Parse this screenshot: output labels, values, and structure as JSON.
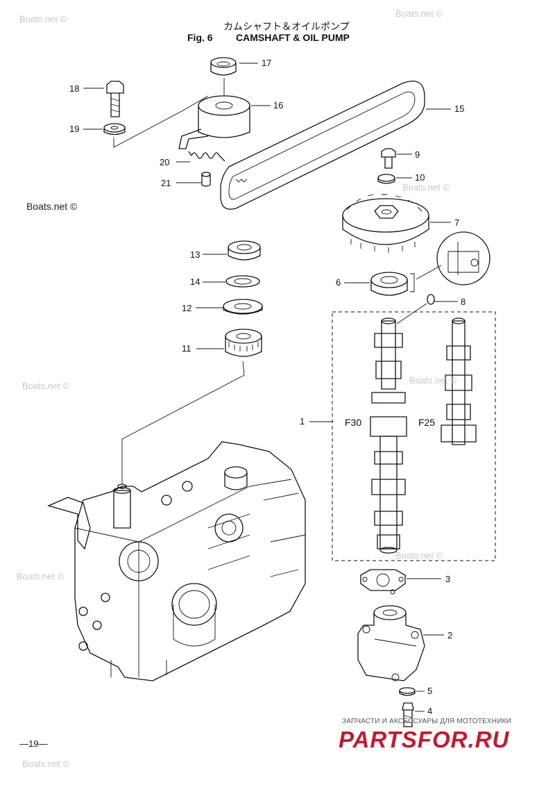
{
  "header": {
    "title_jp": "カムシャフト＆オイルポンプ",
    "fig_label": "Fig. 6",
    "title_en": "CAMSHAFT & OIL PUMP"
  },
  "callouts": [
    "1",
    "2",
    "3",
    "4",
    "5",
    "6",
    "7",
    "8",
    "9",
    "10",
    "11",
    "12",
    "13",
    "14",
    "15",
    "16",
    "17",
    "18",
    "19",
    "20",
    "21"
  ],
  "variants": {
    "f30": "F30",
    "f25": "F25"
  },
  "watermark": "Boats.net ©",
  "page_number": "—19—",
  "advert": {
    "subtitle": "ЗАПЧАСТИ И АКСЕССУАРЫ ДЛЯ МОТОТЕХНИКИ",
    "logo": "PARTSFOR.RU",
    "logo_color": "#c41a2c"
  },
  "parts": [
    {
      "ref": "1",
      "name": "camshaft"
    },
    {
      "ref": "2",
      "name": "oil-pump"
    },
    {
      "ref": "3",
      "name": "gasket"
    },
    {
      "ref": "4",
      "name": "bolt"
    },
    {
      "ref": "5",
      "name": "washer"
    },
    {
      "ref": "6",
      "name": "oil-seal"
    },
    {
      "ref": "7",
      "name": "driven-pulley"
    },
    {
      "ref": "8",
      "name": "dowel-pin"
    },
    {
      "ref": "9",
      "name": "bolt"
    },
    {
      "ref": "10",
      "name": "washer"
    },
    {
      "ref": "11",
      "name": "drive-pulley"
    },
    {
      "ref": "12",
      "name": "plate"
    },
    {
      "ref": "13",
      "name": "nut"
    },
    {
      "ref": "14",
      "name": "washer"
    },
    {
      "ref": "15",
      "name": "timing-belt"
    },
    {
      "ref": "16",
      "name": "belt-tensioner"
    },
    {
      "ref": "17",
      "name": "cap"
    },
    {
      "ref": "18",
      "name": "bolt"
    },
    {
      "ref": "19",
      "name": "washer"
    },
    {
      "ref": "20",
      "name": "spring"
    },
    {
      "ref": "21",
      "name": "pin"
    }
  ]
}
